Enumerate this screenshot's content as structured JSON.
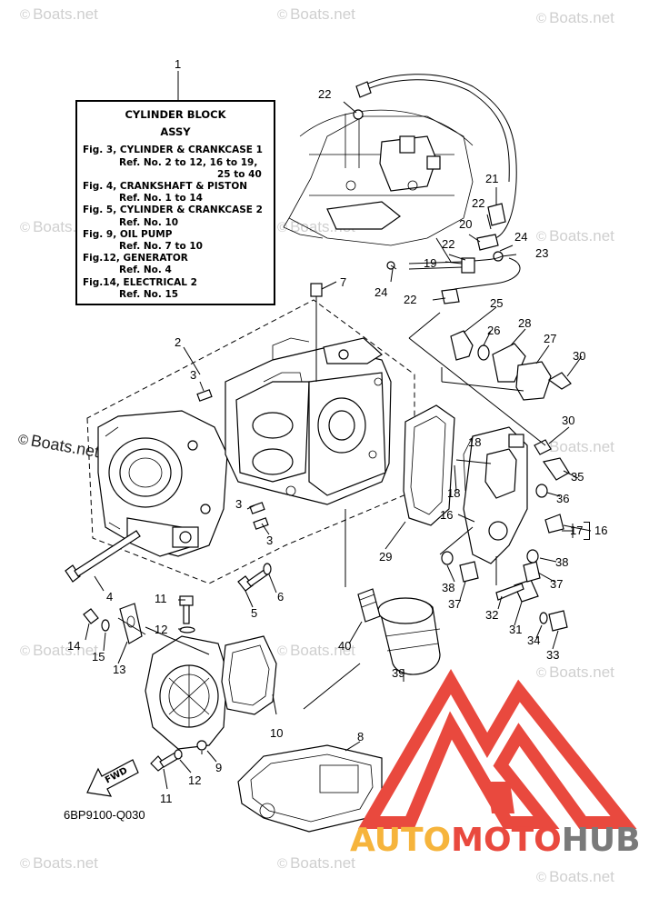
{
  "reference_box": {
    "callout": "1",
    "title": "CYLINDER BLOCK",
    "subtitle": "ASSY",
    "lines": [
      {
        "text": "Fig. 3, CYLINDER & CRANKCASE 1",
        "indent": 0
      },
      {
        "text": "Ref. No. 2 to 12, 16 to 19,",
        "indent": 1
      },
      {
        "text": "25 to 40",
        "indent": 2
      },
      {
        "text": "Fig. 4, CRANKSHAFT & PISTON",
        "indent": 0
      },
      {
        "text": "Ref. No. 1 to 14",
        "indent": 1
      },
      {
        "text": "Fig. 5, CYLINDER & CRANKCASE 2",
        "indent": 0
      },
      {
        "text": "Ref. No. 10",
        "indent": 1
      },
      {
        "text": "Fig. 9, OIL PUMP",
        "indent": 0
      },
      {
        "text": "Ref. No. 7 to 10",
        "indent": 1
      },
      {
        "text": "Fig.12, GENERATOR",
        "indent": 0
      },
      {
        "text": "Ref. No. 4",
        "indent": 1
      },
      {
        "text": "Fig.14, ELECTRICAL 2",
        "indent": 0
      },
      {
        "text": "Ref. No. 15",
        "indent": 1
      }
    ]
  },
  "callouts": [
    {
      "id": "c1",
      "label": "1"
    },
    {
      "id": "c2",
      "label": "2"
    },
    {
      "id": "c3a",
      "label": "3"
    },
    {
      "id": "c3b",
      "label": "3"
    },
    {
      "id": "c3c",
      "label": "3"
    },
    {
      "id": "c4",
      "label": "4"
    },
    {
      "id": "c5",
      "label": "5"
    },
    {
      "id": "c6",
      "label": "6"
    },
    {
      "id": "c7",
      "label": "7"
    },
    {
      "id": "c8",
      "label": "8"
    },
    {
      "id": "c9",
      "label": "9"
    },
    {
      "id": "c10",
      "label": "10"
    },
    {
      "id": "c11a",
      "label": "11"
    },
    {
      "id": "c11b",
      "label": "11"
    },
    {
      "id": "c12a",
      "label": "12"
    },
    {
      "id": "c12b",
      "label": "12"
    },
    {
      "id": "c13",
      "label": "13"
    },
    {
      "id": "c14",
      "label": "14"
    },
    {
      "id": "c15",
      "label": "15"
    },
    {
      "id": "c16a",
      "label": "16"
    },
    {
      "id": "c16b",
      "label": "16"
    },
    {
      "id": "c17",
      "label": "17"
    },
    {
      "id": "c18a",
      "label": "18"
    },
    {
      "id": "c18b",
      "label": "18"
    },
    {
      "id": "c19",
      "label": "19"
    },
    {
      "id": "c20",
      "label": "20"
    },
    {
      "id": "c21",
      "label": "21"
    },
    {
      "id": "c22a",
      "label": "22"
    },
    {
      "id": "c22b",
      "label": "22"
    },
    {
      "id": "c22c",
      "label": "22"
    },
    {
      "id": "c22d",
      "label": "22"
    },
    {
      "id": "c23",
      "label": "23"
    },
    {
      "id": "c24a",
      "label": "24"
    },
    {
      "id": "c24b",
      "label": "24"
    },
    {
      "id": "c25",
      "label": "25"
    },
    {
      "id": "c26",
      "label": "26"
    },
    {
      "id": "c27",
      "label": "27"
    },
    {
      "id": "c28",
      "label": "28"
    },
    {
      "id": "c29",
      "label": "29"
    },
    {
      "id": "c30a",
      "label": "30"
    },
    {
      "id": "c30b",
      "label": "30"
    },
    {
      "id": "c31",
      "label": "31"
    },
    {
      "id": "c32",
      "label": "32"
    },
    {
      "id": "c33",
      "label": "33"
    },
    {
      "id": "c34",
      "label": "34"
    },
    {
      "id": "c35",
      "label": "35"
    },
    {
      "id": "c36",
      "label": "36"
    },
    {
      "id": "c37a",
      "label": "37"
    },
    {
      "id": "c37b",
      "label": "37"
    },
    {
      "id": "c38a",
      "label": "38"
    },
    {
      "id": "c38b",
      "label": "38"
    },
    {
      "id": "c39",
      "label": "39"
    },
    {
      "id": "c40",
      "label": "40"
    }
  ],
  "diagram_code": "6BP9100-Q030",
  "fwd_label": "FWD",
  "watermark": {
    "symbol": "©",
    "text": "Boats.net"
  },
  "brand": {
    "part1": "AUTO",
    "part2": "MOTO",
    "part3": "HUB",
    "colors": {
      "auto": "#f6b43c",
      "moto": "#e9493e",
      "hub": "#7a7a7a",
      "logo": "#e9493e"
    }
  }
}
